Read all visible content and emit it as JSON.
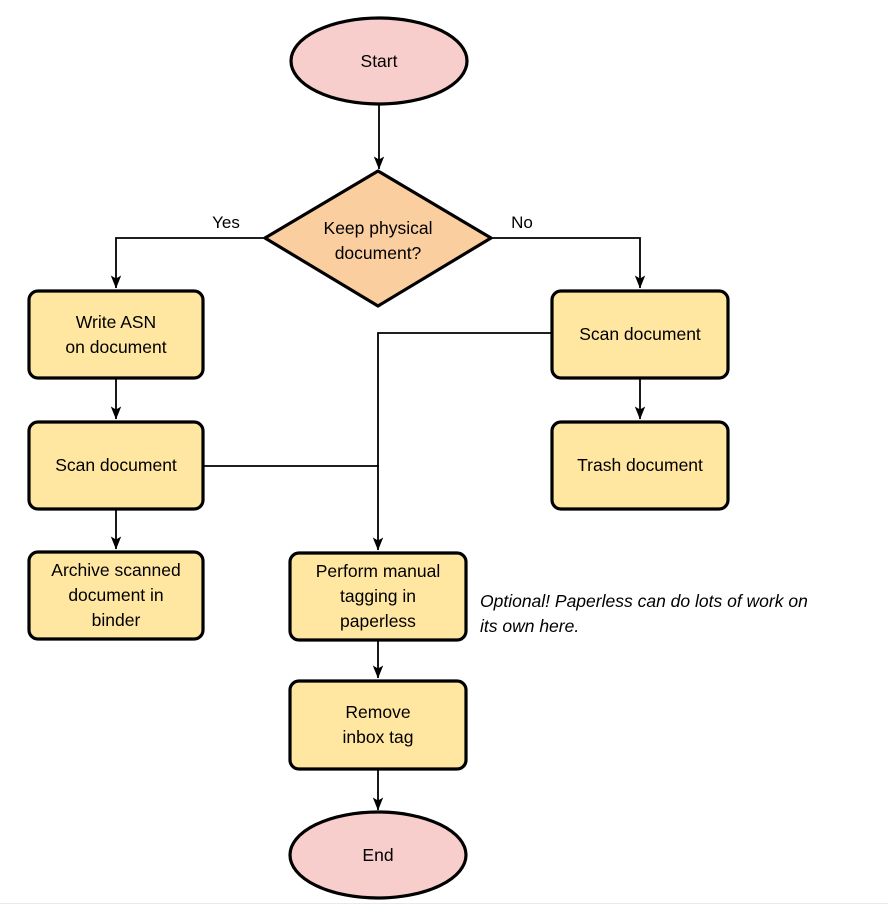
{
  "diagram": {
    "type": "flowchart",
    "colors": {
      "background": "#ffffff",
      "terminator_fill": "#F8CECC",
      "decision_fill": "#FBCEA0",
      "process_fill": "#FFE6A1",
      "stroke": "#000000",
      "text": "#000000",
      "bottom_rule": "#ebebe6"
    },
    "nodes": {
      "start": {
        "shape": "ellipse",
        "label": "Start"
      },
      "keep_physical": {
        "shape": "diamond",
        "label": "Keep physical\ndocument?"
      },
      "write_asn": {
        "shape": "process",
        "label": "Write ASN\non document"
      },
      "scan_document_left": {
        "shape": "process",
        "label": "Scan document"
      },
      "archive": {
        "shape": "process",
        "label": "Archive scanned\ndocument in\nbinder"
      },
      "scan_document_right": {
        "shape": "process",
        "label": "Scan document"
      },
      "trash": {
        "shape": "process",
        "label": "Trash document"
      },
      "manual_tagging": {
        "shape": "process",
        "label": "Perform manual\ntagging in\npaperless"
      },
      "remove_inbox_tag": {
        "shape": "process",
        "label": "Remove\ninbox tag"
      },
      "end": {
        "shape": "ellipse",
        "label": "End"
      }
    },
    "edges": [
      {
        "from": "start",
        "to": "keep_physical",
        "label": ""
      },
      {
        "from": "keep_physical",
        "to": "write_asn",
        "label": "Yes"
      },
      {
        "from": "keep_physical",
        "to": "scan_document_right",
        "label": "No"
      },
      {
        "from": "write_asn",
        "to": "scan_document_left",
        "label": ""
      },
      {
        "from": "scan_document_left",
        "to": "archive",
        "label": ""
      },
      {
        "from": "scan_document_left",
        "to": "manual_tagging",
        "label": ""
      },
      {
        "from": "scan_document_right",
        "to": "trash",
        "label": ""
      },
      {
        "from": "scan_document_right",
        "to": "manual_tagging",
        "label": ""
      },
      {
        "from": "manual_tagging",
        "to": "remove_inbox_tag",
        "label": ""
      },
      {
        "from": "remove_inbox_tag",
        "to": "end",
        "label": ""
      }
    ],
    "annotation": {
      "text": "Optional! Paperless can do lots of work on\nits own here."
    }
  }
}
